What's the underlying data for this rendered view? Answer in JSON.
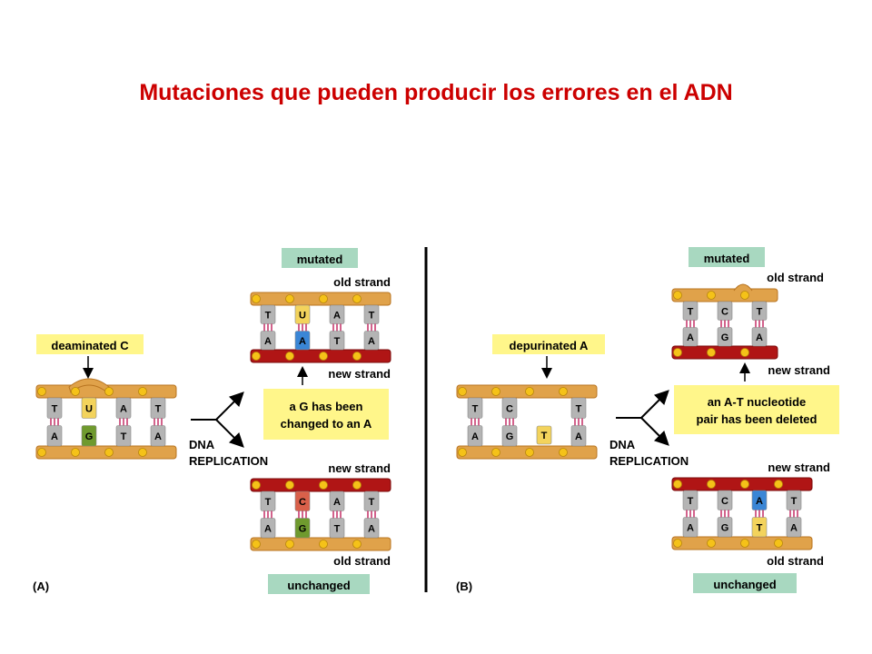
{
  "title": "Mutaciones que pueden producir los errores en el ADN",
  "colors": {
    "title": "#cc0000",
    "old_strand": "#e0a24a",
    "new_strand": "#b01515",
    "label_yellow": "#fff68a",
    "label_green": "#a8d8c0",
    "base_grey": "#b4b4b4",
    "uracil": "#f3d35c",
    "guanine_green": "#6f9a2e",
    "adenine_blue": "#3a86d6",
    "cytosine_red": "#d9604a"
  },
  "panel_a": {
    "tag": "(A)",
    "damage_label": "deaminated C",
    "replication_label_line1": "DNA",
    "replication_label_line2": "REPLICATION",
    "result_label_line1": "a G has been",
    "result_label_line2": "changed to an A",
    "mutated_label": "mutated",
    "unchanged_label": "unchanged",
    "old_strand_label": "old strand",
    "new_strand_label": "new strand",
    "original": {
      "top": [
        "T",
        "U",
        "A",
        "T"
      ],
      "bottom": [
        "A",
        "G",
        "T",
        "A"
      ]
    },
    "mutated": {
      "top": [
        "T",
        "U",
        "A",
        "T"
      ],
      "bottom": [
        "A",
        "A",
        "T",
        "A"
      ]
    },
    "unchanged": {
      "top": [
        "T",
        "C",
        "A",
        "T"
      ],
      "bottom": [
        "A",
        "G",
        "T",
        "A"
      ]
    }
  },
  "panel_b": {
    "tag": "(B)",
    "damage_label": "depurinated A",
    "replication_label_line1": "DNA",
    "replication_label_line2": "REPLICATION",
    "result_label_line1": "an A-T nucleotide",
    "result_label_line2": "pair has been deleted",
    "mutated_label": "mutated",
    "unchanged_label": "unchanged",
    "old_strand_label": "old strand",
    "new_strand_label": "new strand",
    "original": {
      "top": [
        "T",
        "C",
        "T"
      ],
      "bottom": [
        "A",
        "G",
        "T",
        "A"
      ]
    },
    "mutated": {
      "top": [
        "T",
        "C",
        "T"
      ],
      "bottom": [
        "A",
        "G",
        "A"
      ]
    },
    "unchanged": {
      "top": [
        "T",
        "C",
        "A",
        "T"
      ],
      "bottom": [
        "A",
        "G",
        "T",
        "A"
      ]
    }
  }
}
